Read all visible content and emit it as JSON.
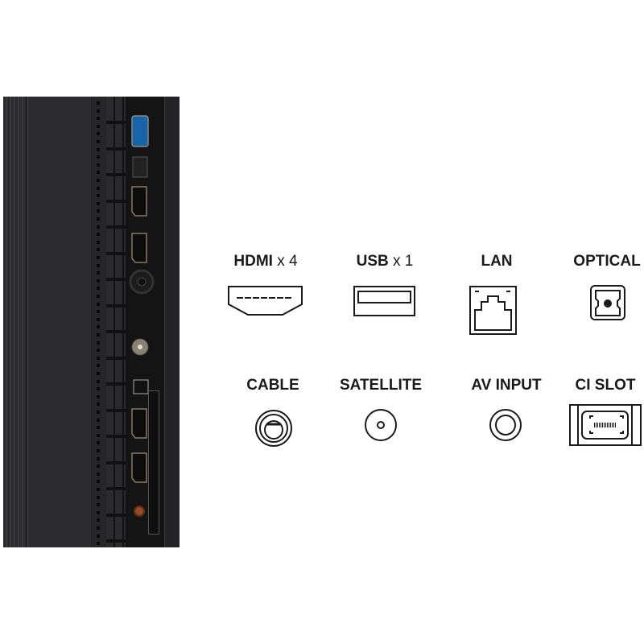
{
  "connectors_row1": [
    {
      "name": "HDMI",
      "count": "x 4",
      "icon": "hdmi-icon"
    },
    {
      "name": "USB",
      "count": "x 1",
      "icon": "usb-icon"
    },
    {
      "name": "LAN",
      "icon": "lan-icon"
    },
    {
      "name": "OPTICAL",
      "icon": "optical-icon"
    }
  ],
  "connectors_row2": [
    {
      "name": "CABLE",
      "icon": "cable-icon"
    },
    {
      "name": "SATELLITE",
      "icon": "satellite-icon"
    },
    {
      "name": "AV INPUT",
      "icon": "av-input-icon"
    },
    {
      "name": "CI SLOT",
      "icon": "ci-slot-icon"
    }
  ],
  "colors": {
    "usb_port": "#2a6fb0",
    "av_port": "#9a4a22",
    "icon_stroke": "#1a1a1a"
  }
}
